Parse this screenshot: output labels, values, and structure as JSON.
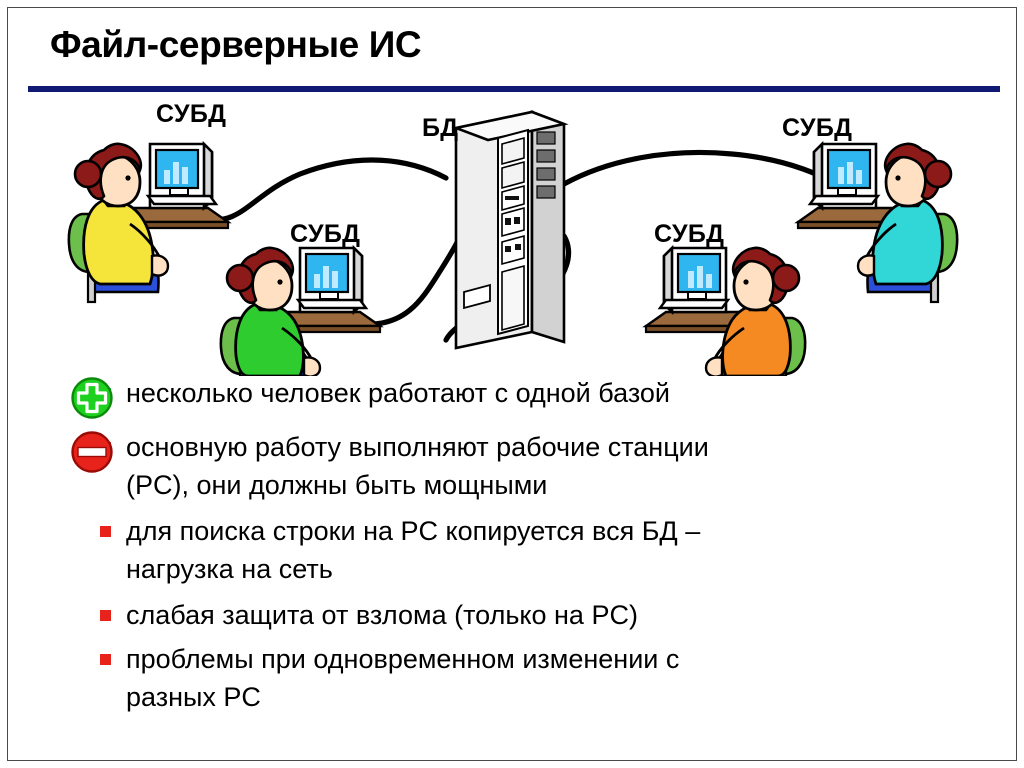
{
  "slide": {
    "title": "Файл-серверные ИС",
    "rule_color": "#111a72",
    "border_color": "#4a4a4a",
    "background": "#ffffff"
  },
  "diagram": {
    "server": {
      "label": "БД",
      "name": "database-server"
    },
    "workstations": [
      {
        "label": "СУБД",
        "shirt": "#f5e53a",
        "chair": "#6dbf4b",
        "pants": "#2b4fd8",
        "facing": "right"
      },
      {
        "label": "СУБД",
        "shirt": "#2fcc2f",
        "chair": "#6dbf4b",
        "pants": "#2b4fd8",
        "facing": "right"
      },
      {
        "label": "СУБД",
        "shirt": "#f58a22",
        "chair": "#6dbf4b",
        "pants": "#2b4fd8",
        "facing": "left"
      },
      {
        "label": "СУБД",
        "shirt": "#31d6d6",
        "chair": "#6dbf4b",
        "pants": "#2b4fd8",
        "facing": "left"
      }
    ],
    "cable_color": "#000000",
    "screen_color": "#2fb6f0",
    "hair_color": "#8c1a18"
  },
  "bullets": {
    "pro_icon": {
      "name": "green-plus-icon",
      "fill": "#1fd11f",
      "stroke": "#0b8a0b"
    },
    "con_icon": {
      "name": "red-no-entry-icon",
      "fill": "#e8231c",
      "stroke": "#9b0b06"
    },
    "items": [
      {
        "marker_color": "#17a05a",
        "kind": "pro",
        "text": "несколько человек работают с одной базой"
      },
      {
        "marker_color": "#e8231c",
        "kind": "con",
        "text": "основную работу выполняют рабочие станции\n(PC), они должны быть мощными"
      },
      {
        "marker_color": "#e8231c",
        "kind": "con",
        "text": "для поиска строки на PC копируется вся БД –\nнагрузка на сеть"
      },
      {
        "marker_color": "#e8231c",
        "kind": "con",
        "text": "слабая защита от взлома (только на PC)"
      },
      {
        "marker_color": "#e8231c",
        "kind": "con",
        "text": "проблемы при одновременном изменении с\nразных PC"
      }
    ]
  }
}
